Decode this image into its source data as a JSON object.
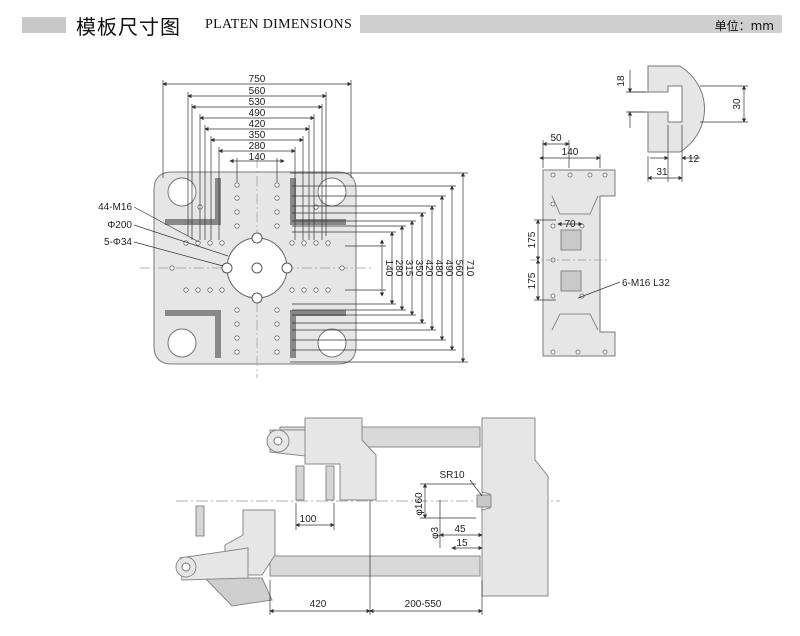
{
  "header": {
    "title_cn": "模板尺寸图",
    "title_en": "PLATEN DIMENSIONS",
    "unit": "单位：mm"
  },
  "platen": {
    "horizontal_dims": [
      "750",
      "560",
      "530",
      "490",
      "420",
      "350",
      "280",
      "140"
    ],
    "vertical_dims": [
      "140",
      "280",
      "315",
      "350",
      "420",
      "480",
      "490",
      "560",
      "710"
    ],
    "callouts": [
      "44-M16",
      "Φ200",
      "5-Φ34"
    ]
  },
  "slot_detail": {
    "labels": [
      "18",
      "30",
      "12",
      "31"
    ]
  },
  "side_view": {
    "labels": [
      "50",
      "140",
      "70",
      "175",
      "175"
    ],
    "callout": "6-M16 L32"
  },
  "machine": {
    "labels": [
      "SR10",
      "φ160",
      "φ3",
      "45",
      "15",
      "100",
      "420",
      "200-550"
    ]
  },
  "colors": {
    "fill": "#e6e6e6",
    "stroke": "#7a7a7a",
    "dim": "#333333",
    "header_bar": "#cfcfcf"
  }
}
